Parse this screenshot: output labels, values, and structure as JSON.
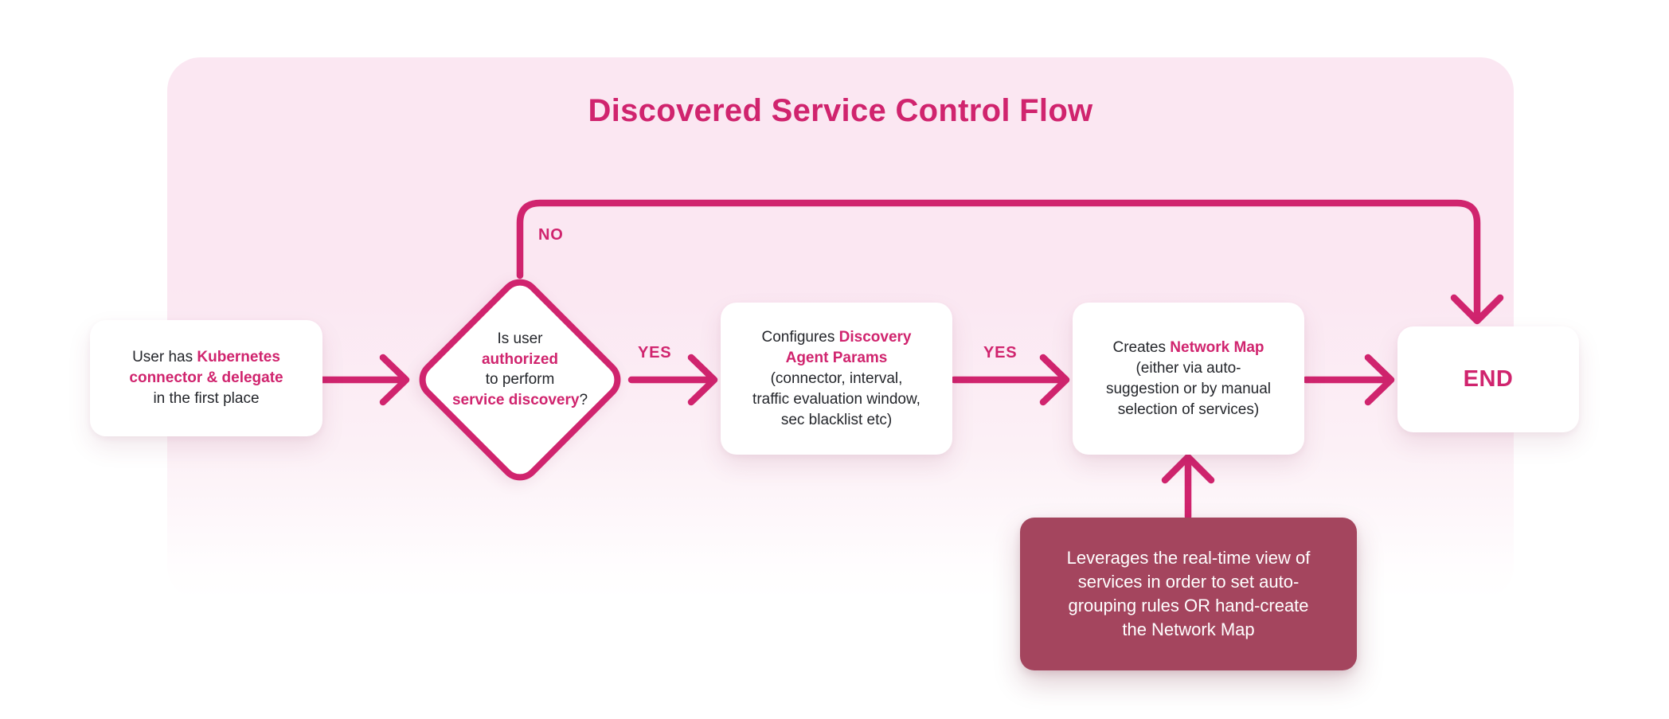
{
  "title": "Discovered Service Control Flow",
  "colors": {
    "accent_pink": "#D0246E",
    "panel_pink": "#FBE7F2",
    "annotation_maroon": "#A4455E",
    "text_dark": "#24262B",
    "node_white": "#FFFFFF"
  },
  "labels": {
    "no": "NO",
    "yes_1": "YES",
    "yes_2": "YES"
  },
  "nodes": {
    "start": {
      "lines": [
        [
          {
            "t": "User has ",
            "a": false
          },
          {
            "t": "Kubernetes",
            "a": true
          }
        ],
        [
          {
            "t": "connector & delegate",
            "a": true
          }
        ],
        [
          {
            "t": "in the first place",
            "a": false
          }
        ]
      ]
    },
    "decision": {
      "lines": [
        [
          {
            "t": "Is user",
            "a": false
          }
        ],
        [
          {
            "t": "authorized",
            "a": true
          }
        ],
        [
          {
            "t": "to perform",
            "a": false
          }
        ],
        [
          {
            "t": "service discovery",
            "a": true
          },
          {
            "t": "?",
            "a": false
          }
        ]
      ]
    },
    "configure": {
      "lines": [
        [
          {
            "t": "Configures ",
            "a": false
          },
          {
            "t": "Discovery",
            "a": true
          }
        ],
        [
          {
            "t": "Agent Params",
            "a": true
          }
        ],
        [
          {
            "t": "(connector, interval,",
            "a": false
          }
        ],
        [
          {
            "t": "traffic evaluation window,",
            "a": false
          }
        ],
        [
          {
            "t": "sec blacklist etc)",
            "a": false
          }
        ]
      ]
    },
    "create_map": {
      "lines": [
        [
          {
            "t": "Creates ",
            "a": false
          },
          {
            "t": "Network Map",
            "a": true
          }
        ],
        [
          {
            "t": "(either via auto-",
            "a": false
          }
        ],
        [
          {
            "t": "suggestion or by manual",
            "a": false
          }
        ],
        [
          {
            "t": "selection of services)",
            "a": false
          }
        ]
      ]
    },
    "annotation": {
      "lines": [
        [
          {
            "t": "Leverages the real-time view of",
            "a": false
          }
        ],
        [
          {
            "t": "services in order to set auto-",
            "a": false
          }
        ],
        [
          {
            "t": "grouping rules OR hand-create",
            "a": false
          }
        ],
        [
          {
            "t": "the Network Map",
            "a": false
          }
        ]
      ]
    },
    "end": {
      "label": "END"
    }
  }
}
